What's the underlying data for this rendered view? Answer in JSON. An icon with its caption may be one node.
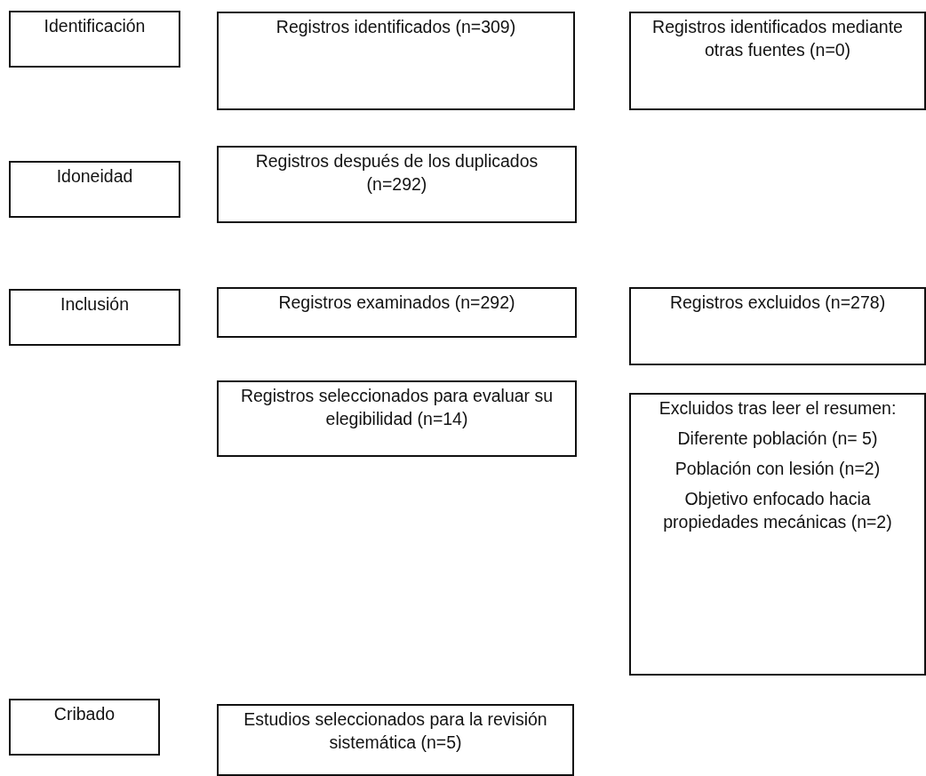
{
  "diagram": {
    "nodes": [
      {
        "text": [
          "Identificación"
        ]
      },
      {
        "text": [
          "Registros identificados (n=309)"
        ]
      },
      {
        "text": [
          "Registros identificados mediante otras fuentes (n=0)"
        ]
      },
      {
        "text": [
          "Idoneidad"
        ]
      },
      {
        "text": [
          "Registros después de los duplicados (n=292)"
        ]
      },
      {
        "text": [
          "Inclusión"
        ]
      },
      {
        "text": [
          "Registros examinados (n=292)"
        ]
      },
      {
        "text": [
          "Registros excluidos (n=278)"
        ]
      },
      {
        "text": [
          "Registros seleccionados para evaluar su elegibilidad (n=14)"
        ]
      },
      {
        "text": [
          "Excluidos tras leer el resumen:",
          "Diferente población (n= 5)",
          "Población con lesión (n=2)",
          "Objetivo enfocado hacia propiedades mecánicas (n=2)"
        ]
      },
      {
        "text": [
          "Cribado"
        ]
      },
      {
        "text": [
          "Estudios seleccionados para la revisión sistemática (n=5)"
        ]
      }
    ]
  }
}
